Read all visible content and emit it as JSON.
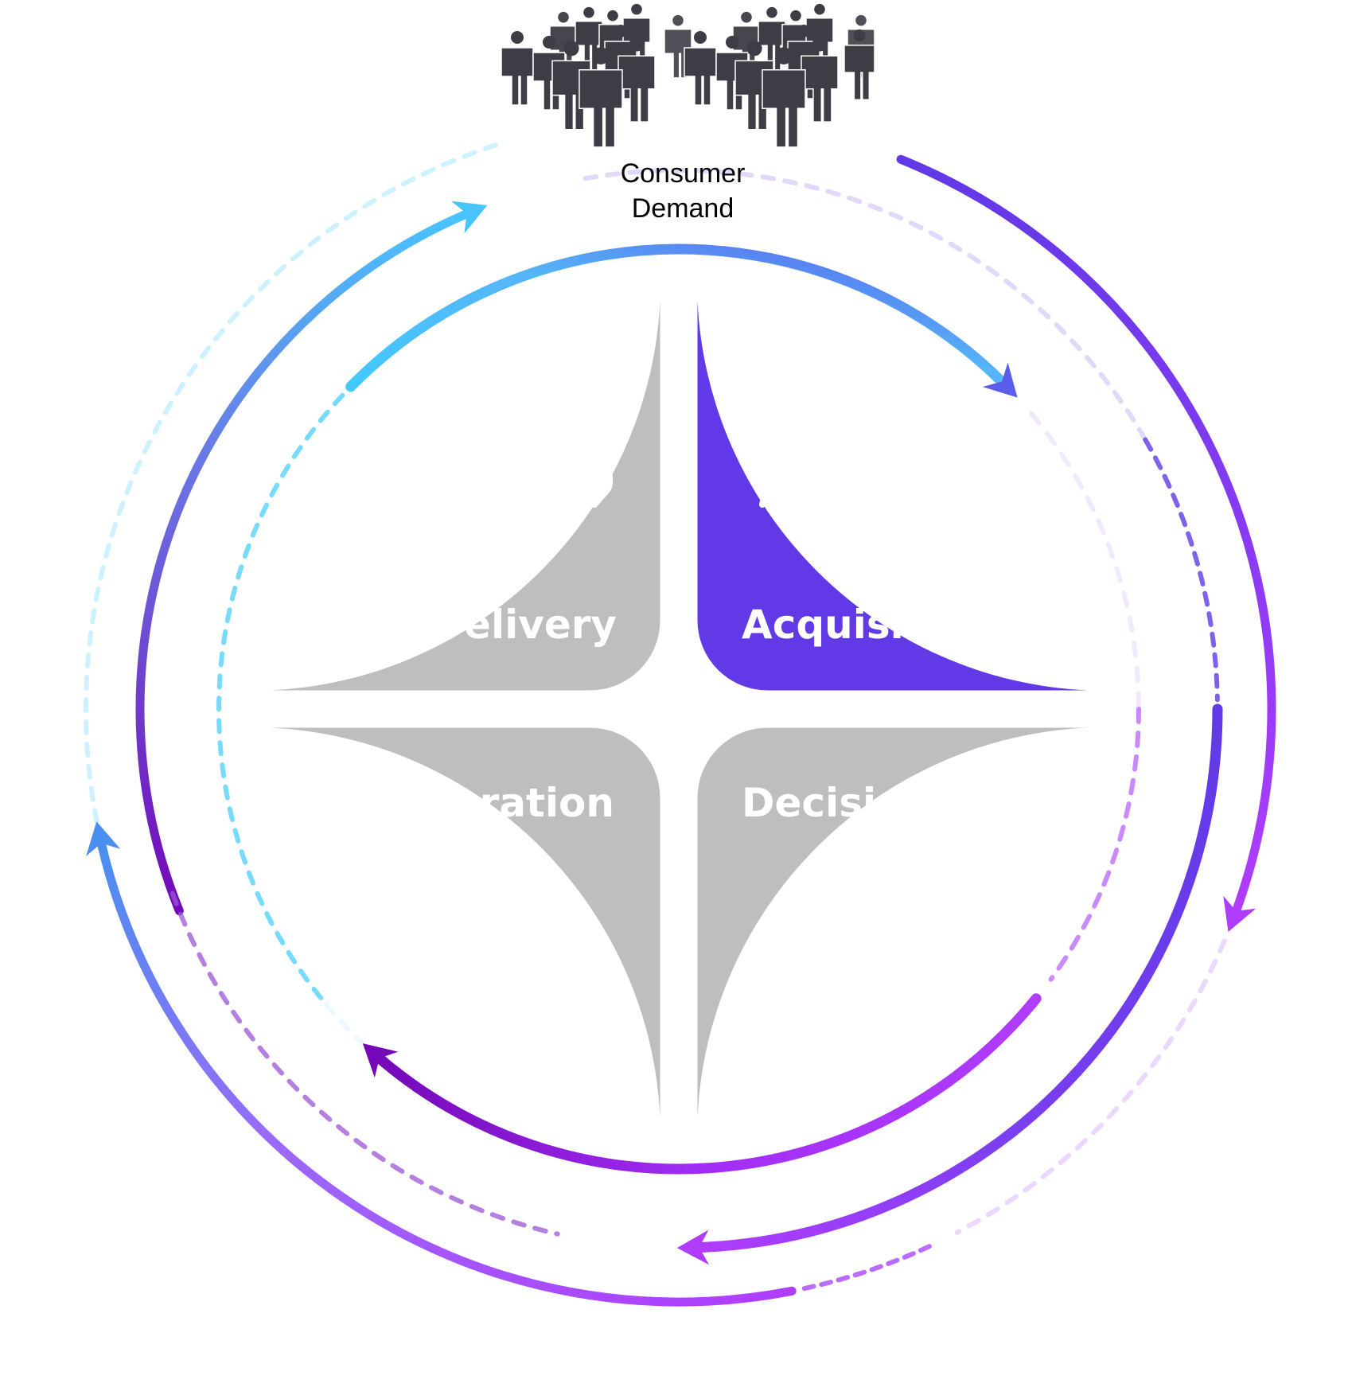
{
  "diagram": {
    "title": "Consumer Demand",
    "top_label_lines": [
      "Consumer",
      "Demand"
    ],
    "top_icon": "crowd-of-people-icon",
    "quadrants": [
      {
        "id": "delivery",
        "label": "Delivery",
        "icon": "person-in-hands-icon",
        "position": "top-left",
        "color": "#bebebe",
        "highlighted": false
      },
      {
        "id": "acquisition",
        "label": "Acquisition",
        "icon": "target-arrow-icon",
        "position": "top-right",
        "color": "#6139e6",
        "highlighted": true
      },
      {
        "id": "operation",
        "label": "Operation",
        "icon": "gears-icon",
        "position": "bottom-left",
        "color": "#bebebe",
        "highlighted": false
      },
      {
        "id": "decision",
        "label": "Decision",
        "icon": "handshake-icon",
        "position": "bottom-right",
        "color": "#bebebe",
        "highlighted": false
      }
    ],
    "flow_direction": "clockwise",
    "colors": {
      "cyan": "#42caff",
      "blue": "#4a8ff0",
      "indigo": "#6139e6",
      "violet": "#7a0dbf",
      "magenta": "#b03cff",
      "crowd": "#3d3d46",
      "quadrant_gray": "#bebebe",
      "text_white": "#ffffff",
      "text_black": "#000000"
    }
  }
}
